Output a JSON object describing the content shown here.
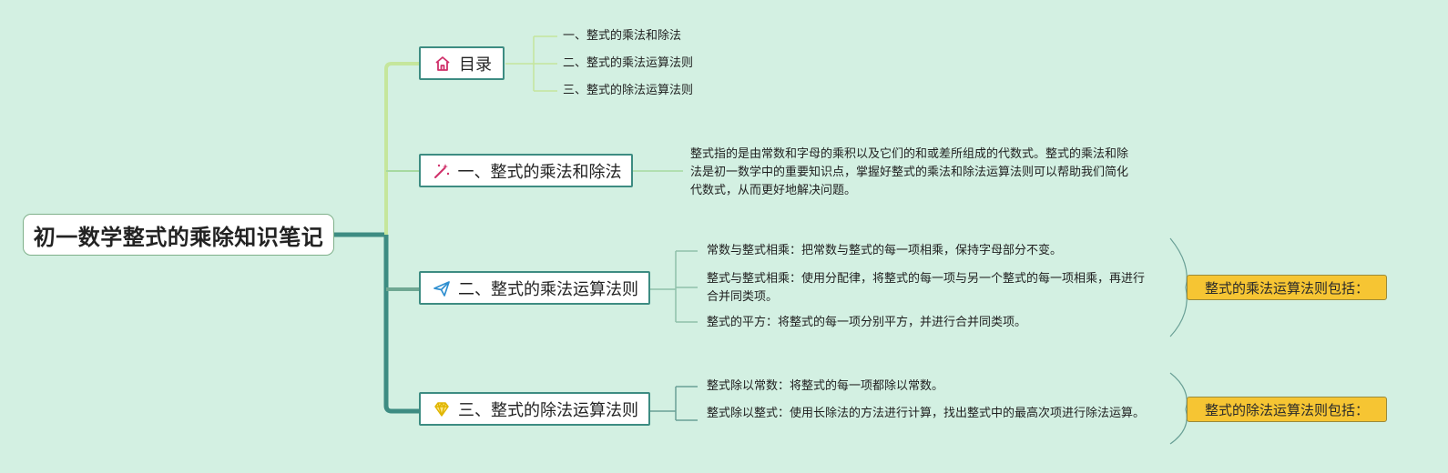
{
  "root": {
    "title": "初一数学整式的乘除知识笔记"
  },
  "branches": [
    {
      "label": "目录",
      "icon": "home-icon",
      "leaves": [
        "一、整式的乘法和除法",
        "二、整式的乘法运算法则",
        "三、整式的除法运算法则"
      ]
    },
    {
      "label": "一、整式的乘法和除法",
      "icon": "sparkle-wand-icon",
      "paragraph": "整式指的是由常数和字母的乘积以及它们的和或差所组成的代数式。整式的乘法和除法是初一数学中的重要知识点，掌握好整式的乘法和除法运算法则可以帮助我们简化代数式，从而更好地解决问题。"
    },
    {
      "label": "二、整式的乘法运算法则",
      "icon": "paper-plane-icon",
      "leaves": [
        "常数与整式相乘：把常数与整式的每一项相乘，保持字母部分不变。",
        "整式与整式相乘：使用分配律，将整式的每一项与另一个整式的每一项相乘，再进行合并同类项。",
        "整式的平方：将整式的每一项分别平方，并进行合并同类项。"
      ],
      "summary": "整式的乘法运算法则包括："
    },
    {
      "label": "三、整式的除法运算法则",
      "icon": "diamond-icon",
      "leaves": [
        "整式除以常数：将整式的每一项都除以常数。",
        "整式除以整式：使用长除法的方法进行计算，找出整式中的最高次项进行除法运算。"
      ],
      "summary": "整式的除法运算法则包括："
    }
  ],
  "colors": {
    "background": "#d3f0e2",
    "trunk": "#3d8c82",
    "branch_border": "#3d8c82",
    "light_branch": "#bfe39a",
    "summary_fill": "#f6c533"
  }
}
